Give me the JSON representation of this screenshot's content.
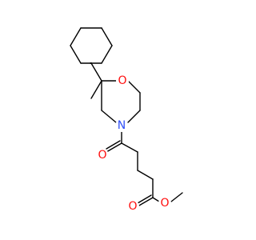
{
  "molecule": {
    "atoms": {
      "o_ring": {
        "symbol": "O",
        "color": "#ff0d0d"
      },
      "n_ring": {
        "symbol": "N",
        "color": "#3050f8"
      },
      "o_ketone": {
        "symbol": "O",
        "color": "#ff0d0d"
      },
      "o_ester_carbonyl": {
        "symbol": "O",
        "color": "#ff0d0d"
      },
      "o_ester_ether": {
        "symbol": "O",
        "color": "#ff0d0d"
      }
    },
    "bond_color": "#000000"
  }
}
